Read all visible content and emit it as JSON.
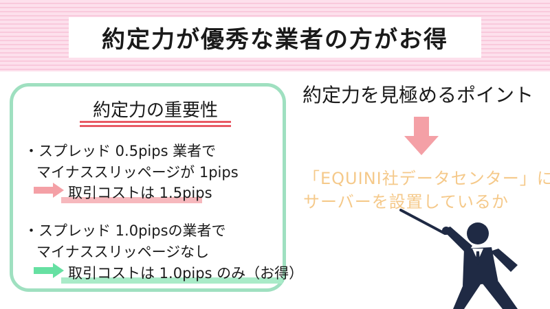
{
  "title": "約定力が優秀な業者の方がお得",
  "card": {
    "heading": "約定力の重要性",
    "case1": {
      "line1": "・スプレッド 0.5pips 業者で",
      "line2": "マイナススリッページが 1pips",
      "result": "取引コストは 1.5pips"
    },
    "case2": {
      "line1": "・スプレッド 1.0pipsの業者で",
      "line2": "マイナススリッページなし",
      "result": "取引コストは 1.0pips のみ（お得）"
    }
  },
  "right": {
    "heading": "約定力を見極めるポイント",
    "answer_line1": "「EQUINI社データセンター」に",
    "answer_line2": "サーバーを設置しているか"
  },
  "colors": {
    "header_stripe_light": "#fde0ec",
    "header_stripe_dark": "#f9c9dc",
    "card_border": "#9fe0c0",
    "heading_underline": "#e85a64",
    "pink_arrow": "#f4a0a6",
    "pink_highlight": "#f6b8bd",
    "green_arrow": "#66e0a2",
    "green_highlight": "#a9ebc8",
    "answer_text": "#f5c98a",
    "figure_suit": "#1f2a44"
  }
}
